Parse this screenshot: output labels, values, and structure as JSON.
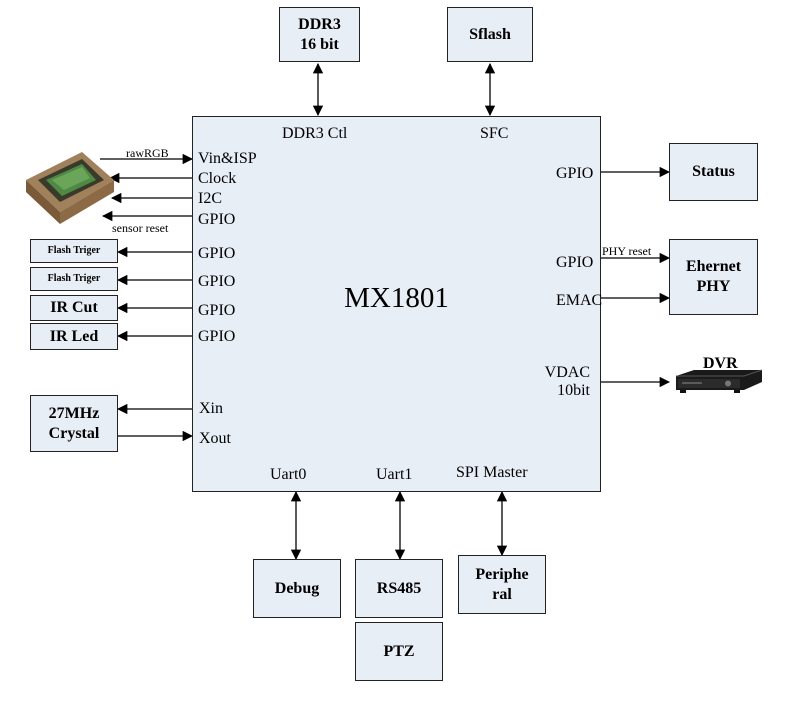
{
  "chip": {
    "title": "MX1801",
    "ports": {
      "ddr3_ctl": "DDR3 Ctl",
      "sfc": "SFC",
      "vin_isp": "Vin&ISP",
      "clock": "Clock",
      "i2c": "I2C",
      "gpio_sensor": "GPIO",
      "gpio_flash1": "GPIO",
      "gpio_flash2": "GPIO",
      "gpio_ircut": "GPIO",
      "gpio_irled": "GPIO",
      "xin": "Xin",
      "xout": "Xout",
      "gpio_status": "GPIO",
      "gpio_phy": "GPIO",
      "emac": "EMAC",
      "vdac": "VDAC\n10bit",
      "uart0": "Uart0",
      "uart1": "Uart1",
      "spi_master": "SPI Master"
    }
  },
  "blocks": {
    "ddr3": "DDR3\n16 bit",
    "sflash": "Sflash",
    "status": "Status",
    "ethernet_phy": "Ehernet\nPHY",
    "dvr": "DVR",
    "flash_trigger_1": "Flash Triger",
    "flash_trigger_2": "Flash Triger",
    "ir_cut": "IR Cut",
    "ir_led": "IR Led",
    "crystal": "27MHz\nCrystal",
    "debug": "Debug",
    "rs485": "RS485",
    "ptz": "PTZ",
    "peripheral": "Periphe\nral"
  },
  "signals": {
    "raw_rgb": "rawRGB",
    "sensor_reset": "sensor reset",
    "phy_reset": "PHY reset"
  }
}
